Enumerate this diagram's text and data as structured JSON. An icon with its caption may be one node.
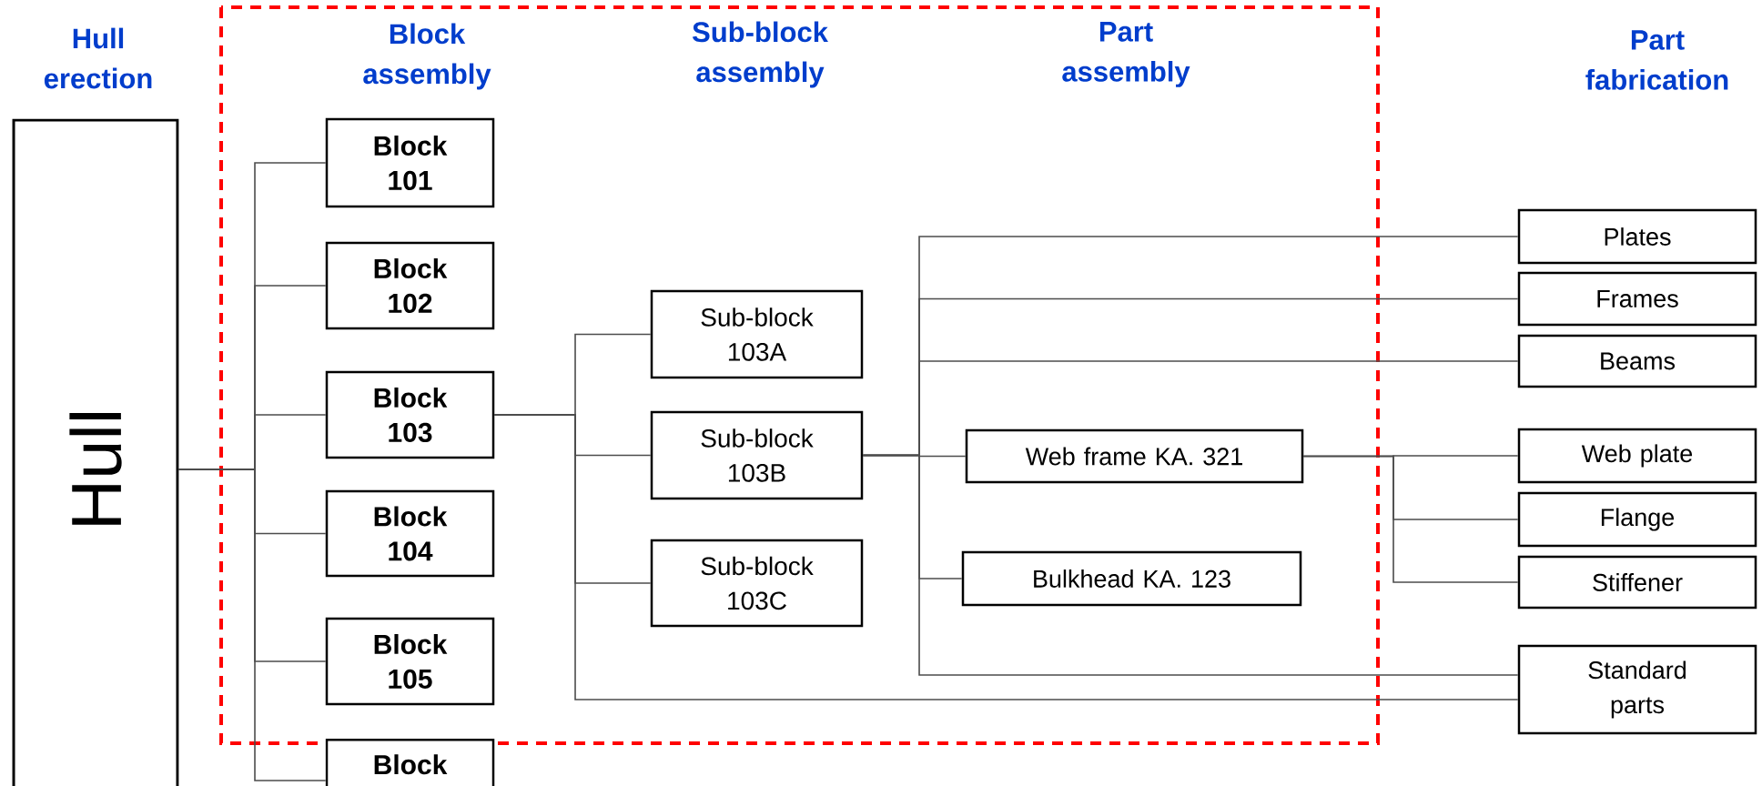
{
  "diagram": {
    "nodes": [
      {
        "text": [
          "Hull"
        ]
      },
      {
        "text": [
          "Block 101"
        ]
      },
      {
        "text": [
          "Block 102"
        ]
      },
      {
        "text": [
          "Block 103"
        ]
      },
      {
        "text": [
          "Block 104"
        ]
      },
      {
        "text": [
          "Block 105"
        ]
      },
      {
        "text": [
          "Block"
        ]
      },
      {
        "text": [
          "Sub-block 103A"
        ]
      },
      {
        "text": [
          "Sub-block 103B"
        ]
      },
      {
        "text": [
          "Sub-block 103C"
        ]
      },
      {
        "text": [
          "Web frame KA. 321"
        ]
      },
      {
        "text": [
          "Bulkhead  KA. 123"
        ]
      },
      {
        "text": [
          "Plates"
        ]
      },
      {
        "text": [
          "Frames"
        ]
      },
      {
        "text": [
          "Beams"
        ]
      },
      {
        "text": [
          "Web plate"
        ]
      },
      {
        "text": [
          "Flange"
        ]
      },
      {
        "text": [
          "Stiffener"
        ]
      },
      {
        "text": [
          "Standard parts"
        ]
      }
    ],
    "edges": [
      {
        "from": 0,
        "to": 1,
        "arrow": "none"
      },
      {
        "from": 0,
        "to": 2,
        "arrow": "none"
      },
      {
        "from": 0,
        "to": 3,
        "arrow": "none"
      },
      {
        "from": 0,
        "to": 4,
        "arrow": "none"
      },
      {
        "from": 0,
        "to": 5,
        "arrow": "none"
      },
      {
        "from": 0,
        "to": 6,
        "arrow": "none"
      },
      {
        "from": 3,
        "to": 7,
        "arrow": "none"
      },
      {
        "from": 3,
        "to": 8,
        "arrow": "none"
      },
      {
        "from": 3,
        "to": 9,
        "arrow": "none"
      },
      {
        "from": 3,
        "to": 18,
        "arrow": "none"
      },
      {
        "from": 8,
        "to": 12,
        "arrow": "none"
      },
      {
        "from": 8,
        "to": 13,
        "arrow": "none"
      },
      {
        "from": 8,
        "to": 14,
        "arrow": "none"
      },
      {
        "from": 8,
        "to": 10,
        "arrow": "none"
      },
      {
        "from": 8,
        "to": 11,
        "arrow": "none"
      },
      {
        "from": 8,
        "to": 18,
        "arrow": "none"
      },
      {
        "from": 10,
        "to": 15,
        "arrow": "none"
      },
      {
        "from": 10,
        "to": 16,
        "arrow": "none"
      },
      {
        "from": 10,
        "to": 17,
        "arrow": "none"
      }
    ],
    "labels": [
      "Hull erection",
      "Block assembly",
      "Sub-block assembly",
      "Part assembly",
      "Part fabrication"
    ]
  }
}
